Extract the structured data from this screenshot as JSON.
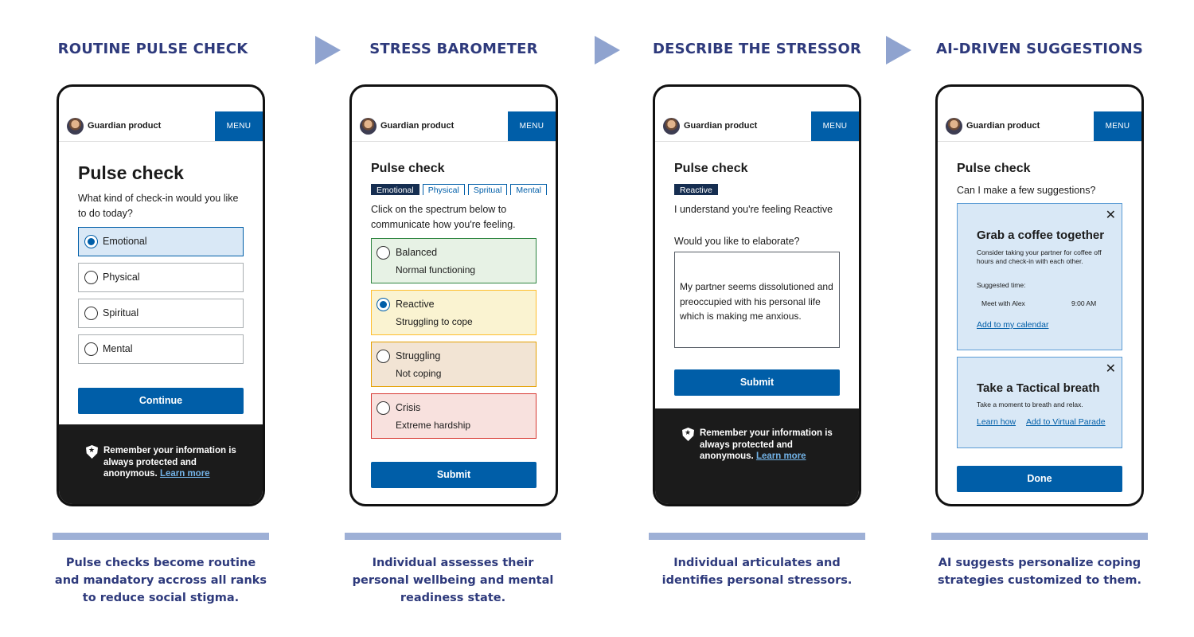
{
  "steps": [
    {
      "title": "ROUTINE PULSE CHECK",
      "caption": "Pulse checks become routine and mandatory accross all ranks to reduce social stigma."
    },
    {
      "title": "STRESS BAROMETER",
      "caption": "Individual assesses their personal wellbeing and mental readiness state."
    },
    {
      "title": "DESCRIBE THE STRESSOR",
      "caption": "Individual articulates and identifies personal stressors."
    },
    {
      "title": "AI-DRIVEN SUGGESTIONS",
      "caption": "AI suggests personalize coping strategies customized to them."
    }
  ],
  "header": {
    "brand": "Guardian product",
    "menu": "MENU"
  },
  "footer": {
    "text": "Remember your information is always protected and anonymous.",
    "link": "Learn more"
  },
  "screen1": {
    "title": "Pulse check",
    "question": "What kind of check-in would you like to do today?",
    "options": [
      "Emotional",
      "Physical",
      "Spiritual",
      "Mental"
    ],
    "selected": "Emotional",
    "button": "Continue"
  },
  "screen2": {
    "title": "Pulse check",
    "tags": [
      "Emotional",
      "Physical",
      "Spritual",
      "Mental"
    ],
    "instruction": "Click on the spectrum below to communicate how you're feeling.",
    "levels": [
      {
        "label": "Balanced",
        "desc": "Normal functioning",
        "color": "#e7f2e5",
        "border": "#2e8540"
      },
      {
        "label": "Reactive",
        "desc": "Struggling to cope",
        "color": "#faf3d1",
        "border": "#ffbe2e"
      },
      {
        "label": "Struggling",
        "desc": "Not coping",
        "color": "#f2e4d4",
        "border": "#e5a000"
      },
      {
        "label": "Crisis",
        "desc": "Extreme hardship",
        "color": "#f8e1de",
        "border": "#d83933"
      }
    ],
    "selected": "Reactive",
    "button": "Submit"
  },
  "screen3": {
    "title": "Pulse check",
    "tag": "Reactive",
    "feeling": "I understand you're feeling Reactive",
    "prompt": "Would you like to elaborate?",
    "entry": "My partner seems dissolutioned and preoccupied with his personal life which is making me anxious.",
    "button": "Submit"
  },
  "screen4": {
    "title": "Pulse check",
    "subtitle": "Can I make a few suggestions?",
    "card1": {
      "title": "Grab a coffee together",
      "body": "Consider taking your partner for coffee off hours and check-in with each other.",
      "time_label": "Suggested time:",
      "event": "Meet with Alex",
      "time": "9:00 AM",
      "link": "Add to my calendar"
    },
    "card2": {
      "title": "Take a Tactical breath",
      "body": "Take a moment to breath and relax.",
      "link1": "Learn how",
      "link2": "Add to Virtual Parade"
    },
    "button": "Done"
  },
  "colors": {
    "primary": "#005ea8",
    "heading": "#2e3a7c",
    "arrow": "#8fa3cf",
    "bar": "#9eb0d6"
  }
}
